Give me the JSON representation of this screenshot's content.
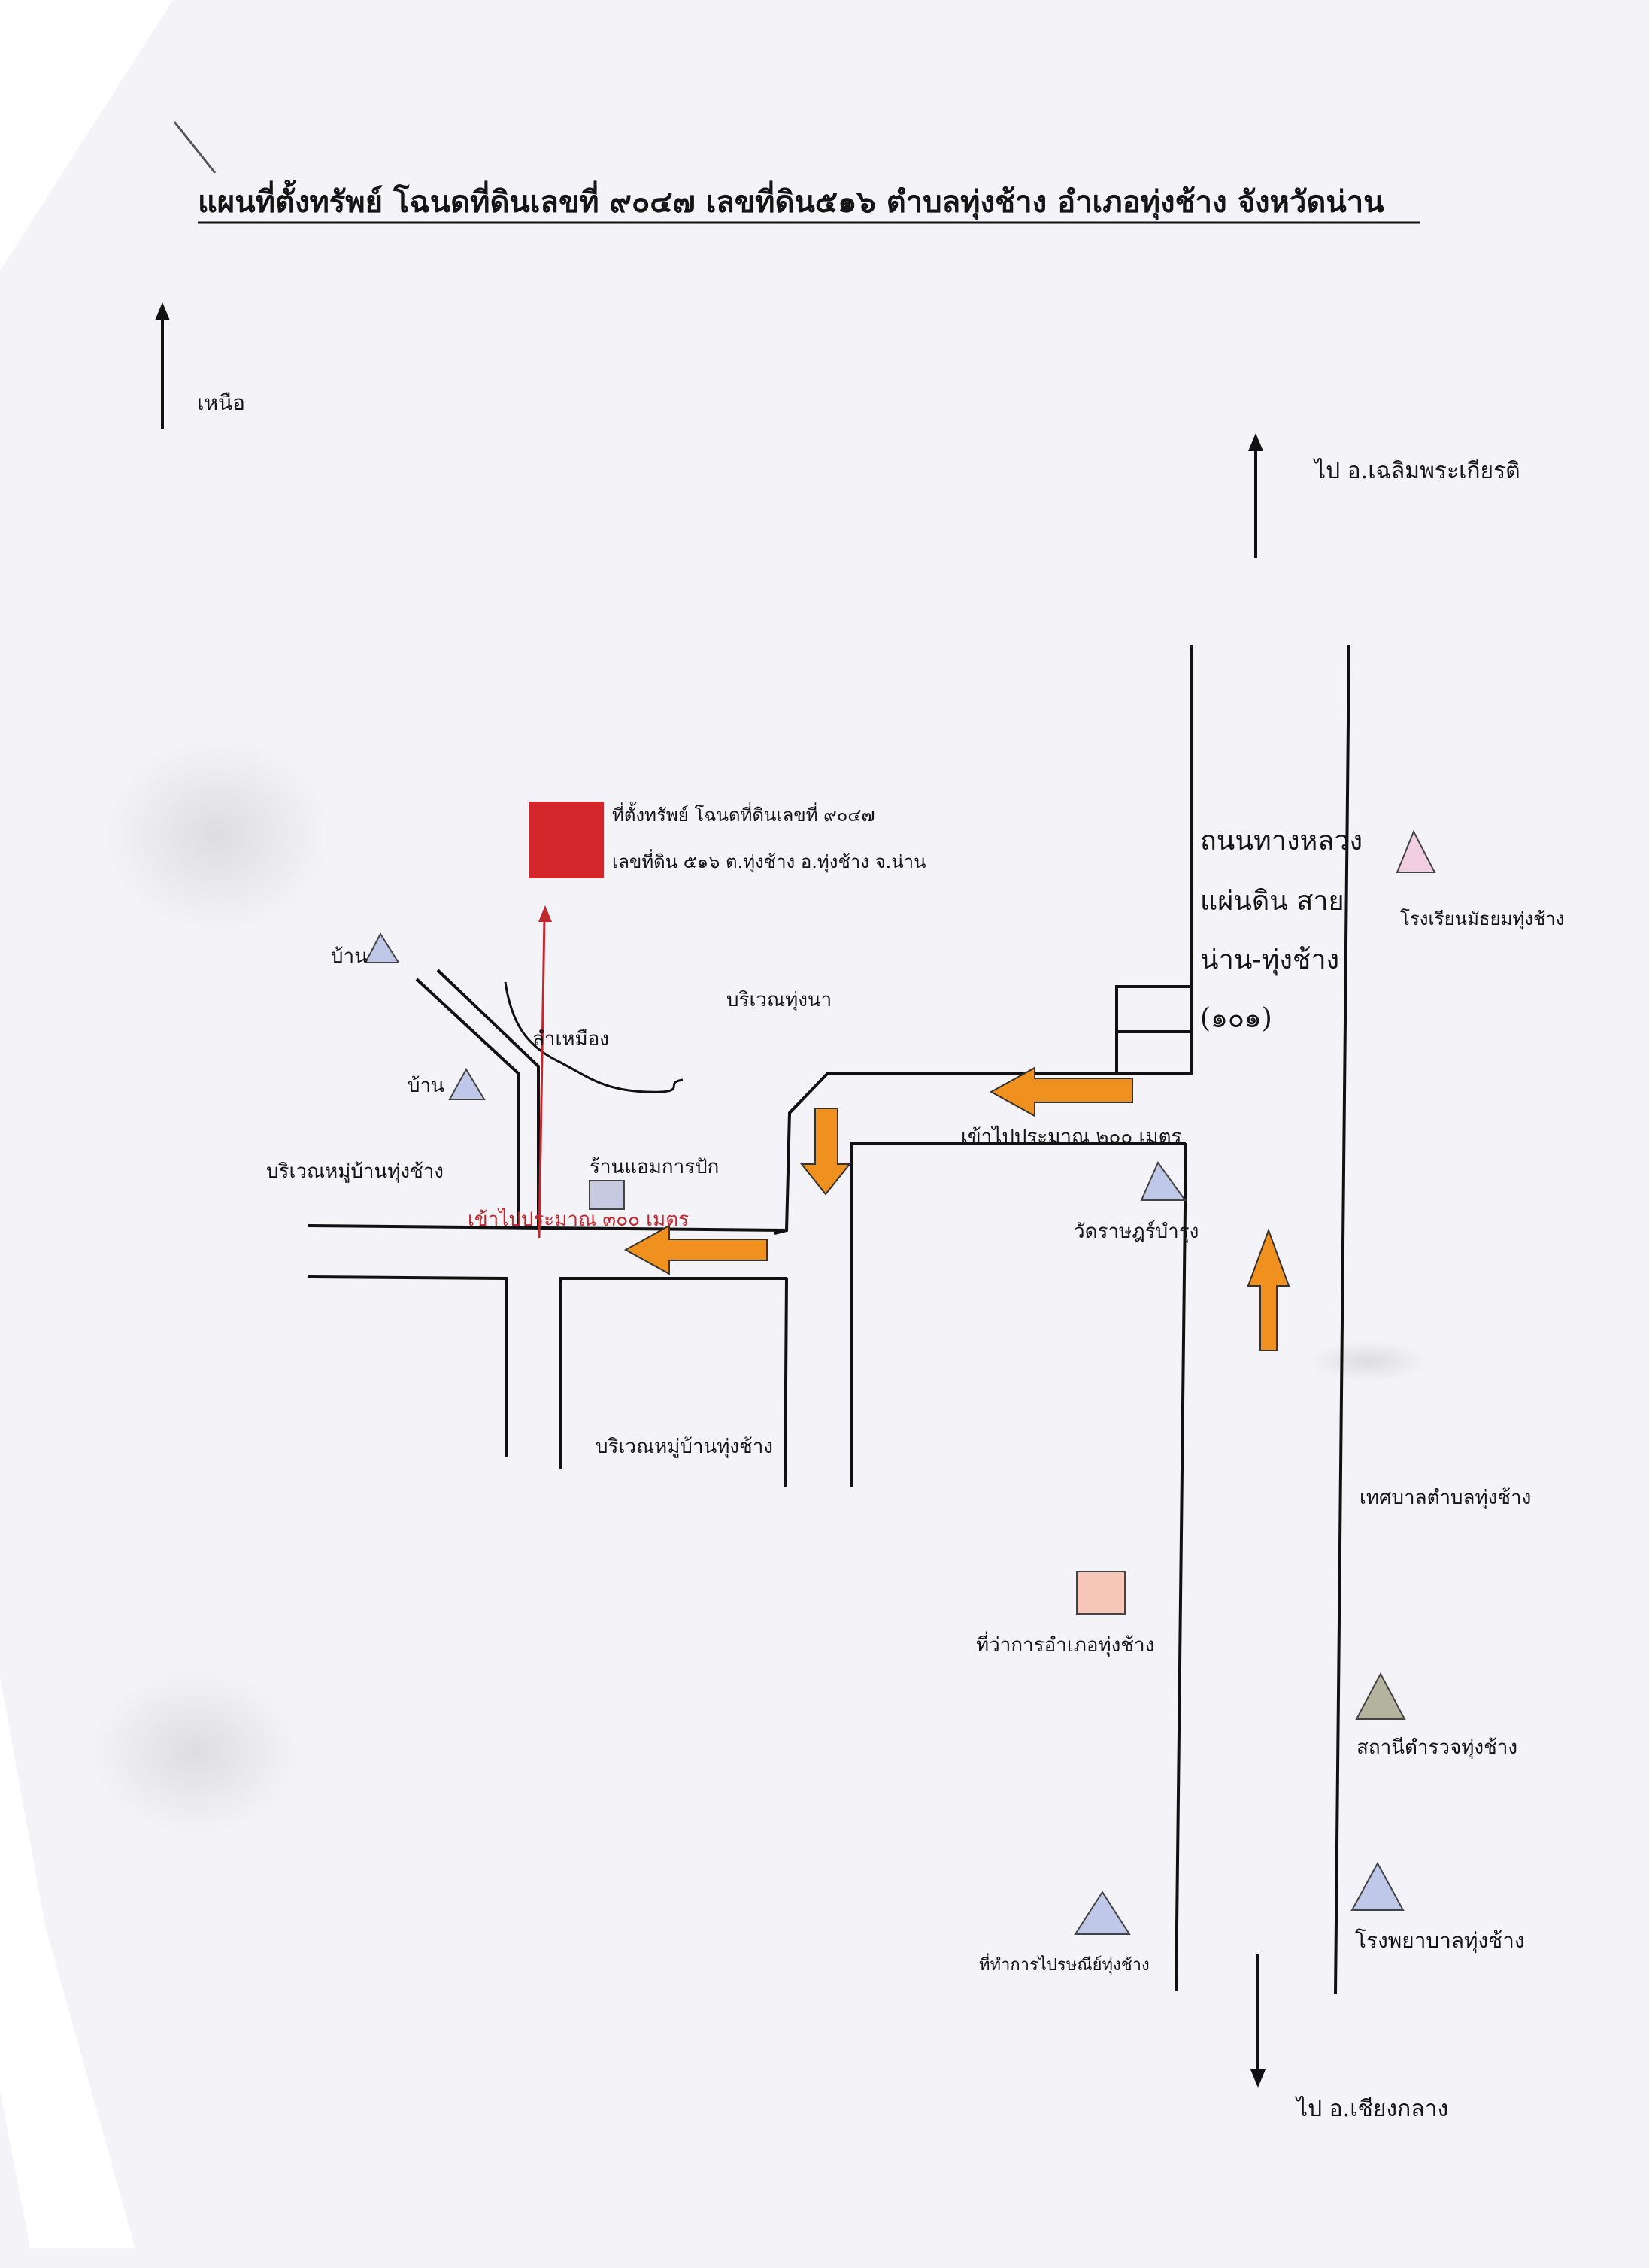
{
  "title": "แผนที่ตั้งทรัพย์ โฉนดที่ดินเลขที่ ๙๐๔๗ เลขที่ดิน๕๑๖ ตำบลทุ่งช้าง อำเภอทุ่งช้าง จังหวัดน่าน",
  "north_label": "เหนือ",
  "to_north_label": "ไป อ.เฉลิมพระเกียรติ",
  "to_south_label": "ไป อ.เชียงกลาง",
  "property": {
    "line1": "ที่ตั้งทรัพย์ โฉนดที่ดินเลขที่ ๙๐๔๗",
    "line2": "เลขที่ดิน ๕๑๖ ต.ทุ่งช้าง อ.ทุ่งช้าง จ.น่าน",
    "color": "#d2262b"
  },
  "highway": {
    "line1": "ถนนทางหลวง",
    "line2": "แผ่นดิน สาย",
    "line3": "น่าน-ทุ่งช้าง",
    "line4": "(๑๐๑)"
  },
  "labels": {
    "house_1": "บ้าน",
    "house_2": "บ้าน",
    "rice_field": "บริเวณทุ่งนา",
    "canal": "ลำเหมือง",
    "village_west": "บริเวณหมู่บ้านทุ่งช้าง",
    "village_south": "บริเวณหมู่บ้านทุ่งช้าง",
    "shop": "ร้านแอมการปัก",
    "distance_300": "เข้าไปประมาณ ๓๐๐ เมตร",
    "distance_200": "เข้าไปประมาณ ๒๐๐ เมตร",
    "temple": "วัดราษฎร์บำรุง",
    "school": "โรงเรียนมัธยมทุ่งช้าง",
    "municipality": "เทศบาลตำบลทุ่งช้าง",
    "district_office": "ที่ว่าการอำเภอทุ่งช้าง",
    "police": "สถานีตำรวจทุ่งช้าง",
    "post_office": "ที่ทำการไปรษณีย์ทุ่งช้าง",
    "hospital": "โรงพยาบาลทุ่งช้าง"
  },
  "colors": {
    "arrow_fill": "#f0901e",
    "triangle_blue": "#bfc8e8",
    "triangle_pink": "#f2cfe0",
    "triangle_police": "#b4b39e",
    "district_office_fill": "#f6c6b8",
    "shop_fill": "#c6c9e0",
    "route_line": "#c0282e"
  },
  "icons": [
    "north-arrow-icon",
    "triangle-landmark-icon",
    "square-landmark-icon",
    "direction-arrow-icon"
  ]
}
